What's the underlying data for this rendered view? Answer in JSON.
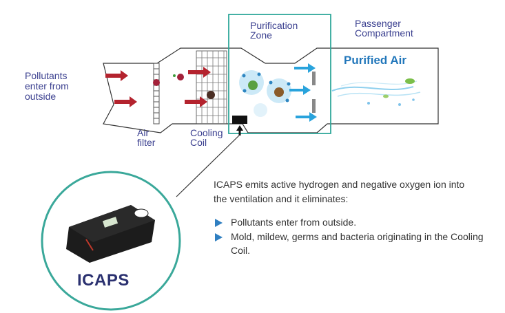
{
  "labels": {
    "pollutants": "Pollutants enter from outside",
    "air_filter": "Air filter",
    "cooling_coil": "Cooling Coil",
    "purification_zone": "Purification Zone",
    "passenger_compartment": "Passenger Compartment",
    "purified_air": "Purified Air"
  },
  "description": {
    "intro": "ICAPS emits active hydrogen and negative oxygen ion into the ventilation and it eliminates:",
    "bullets": [
      "Pollutants enter from outside.",
      "Mold, mildew, germs and bacteria originating in the Cooling Coil."
    ]
  },
  "device": {
    "name": "ICAPS"
  },
  "colors": {
    "label_text": "#3a3f8f",
    "zone_border": "#2fa89a",
    "arrow_red": "#b4232e",
    "arrow_blue": "#29a3dc",
    "bullet_triangle": "#2f7fc1",
    "purified_text": "#2277bb",
    "circle_border": "#3aa89a"
  }
}
